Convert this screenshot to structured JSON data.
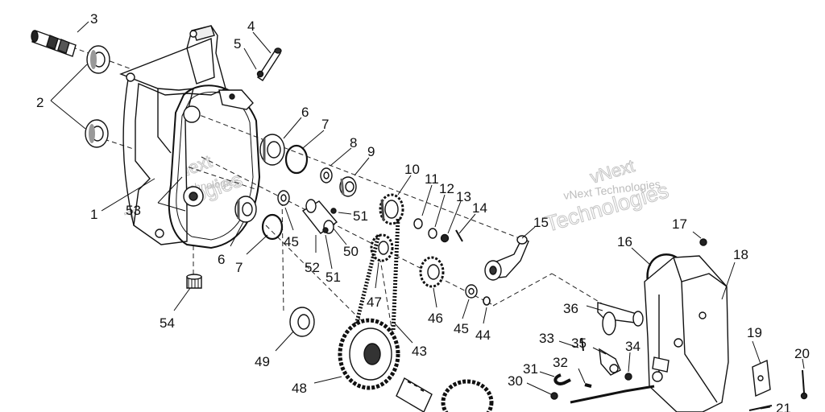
{
  "colors": {
    "ink": "#111111",
    "watermark": "#b9b9b9",
    "background": "#ffffff"
  },
  "watermark": {
    "line1_a": "vNext Technologies",
    "line2_a": "Technologies",
    "line1_b": "vNext Technologies",
    "line2_b": "Technologies",
    "logo_a": "Next",
    "logo_b": "vNext"
  },
  "parts": [
    {
      "ref": "3"
    },
    {
      "ref": "2"
    },
    {
      "ref": "4"
    },
    {
      "ref": "5"
    },
    {
      "ref": "6"
    },
    {
      "ref": "7"
    },
    {
      "ref": "8"
    },
    {
      "ref": "9"
    },
    {
      "ref": "10"
    },
    {
      "ref": "11"
    },
    {
      "ref": "12"
    },
    {
      "ref": "13"
    },
    {
      "ref": "14"
    },
    {
      "ref": "15"
    },
    {
      "ref": "17"
    },
    {
      "ref": "16"
    },
    {
      "ref": "18"
    },
    {
      "ref": "1"
    },
    {
      "ref": "53"
    },
    {
      "ref": "51"
    },
    {
      "ref": "6"
    },
    {
      "ref": "7"
    },
    {
      "ref": "45"
    },
    {
      "ref": "50"
    },
    {
      "ref": "52"
    },
    {
      "ref": "51"
    },
    {
      "ref": "47"
    },
    {
      "ref": "46"
    },
    {
      "ref": "45"
    },
    {
      "ref": "44"
    },
    {
      "ref": "36"
    },
    {
      "ref": "54"
    },
    {
      "ref": "43"
    },
    {
      "ref": "49"
    },
    {
      "ref": "48"
    },
    {
      "ref": "33"
    },
    {
      "ref": "35"
    },
    {
      "ref": "34"
    },
    {
      "ref": "32"
    },
    {
      "ref": "31"
    },
    {
      "ref": "30"
    },
    {
      "ref": "19"
    },
    {
      "ref": "20"
    },
    {
      "ref": "21"
    }
  ]
}
